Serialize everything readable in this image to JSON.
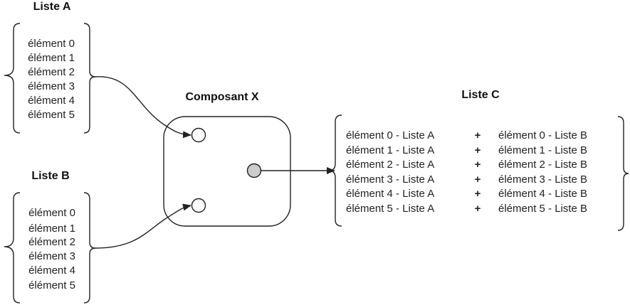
{
  "list_a": {
    "title": "Liste A",
    "items": [
      "élément 0",
      "élément 1",
      "élément 2",
      "élément 3",
      "élément 4",
      "élément 5"
    ]
  },
  "list_b": {
    "title": "Liste B",
    "items": [
      "élément 0",
      "élément 1",
      "élément 2",
      "élément 3",
      "élément 4",
      "élément 5"
    ]
  },
  "component": {
    "title": "Composant X"
  },
  "list_c": {
    "title": "Liste C",
    "rows": [
      {
        "left": "élément 0 - Liste A",
        "op": "+",
        "right": "élément 0 - Liste B"
      },
      {
        "left": "élément 1 - Liste A",
        "op": "+",
        "right": "élément 1 - Liste B"
      },
      {
        "left": "élément 2 - Liste A",
        "op": "+",
        "right": "élément 2 - Liste B"
      },
      {
        "left": "élément 3 - Liste A",
        "op": "+",
        "right": "élément 3 - Liste B"
      },
      {
        "left": "élément 4 - Liste A",
        "op": "+",
        "right": "élément 4 - Liste B"
      },
      {
        "left": "élément 5 - Liste A",
        "op": "+",
        "right": "élément 5 - Liste B"
      }
    ]
  },
  "colors": {
    "stroke": "#222222",
    "output_port_fill": "#cccccc",
    "input_port_fill": "#ffffff"
  }
}
